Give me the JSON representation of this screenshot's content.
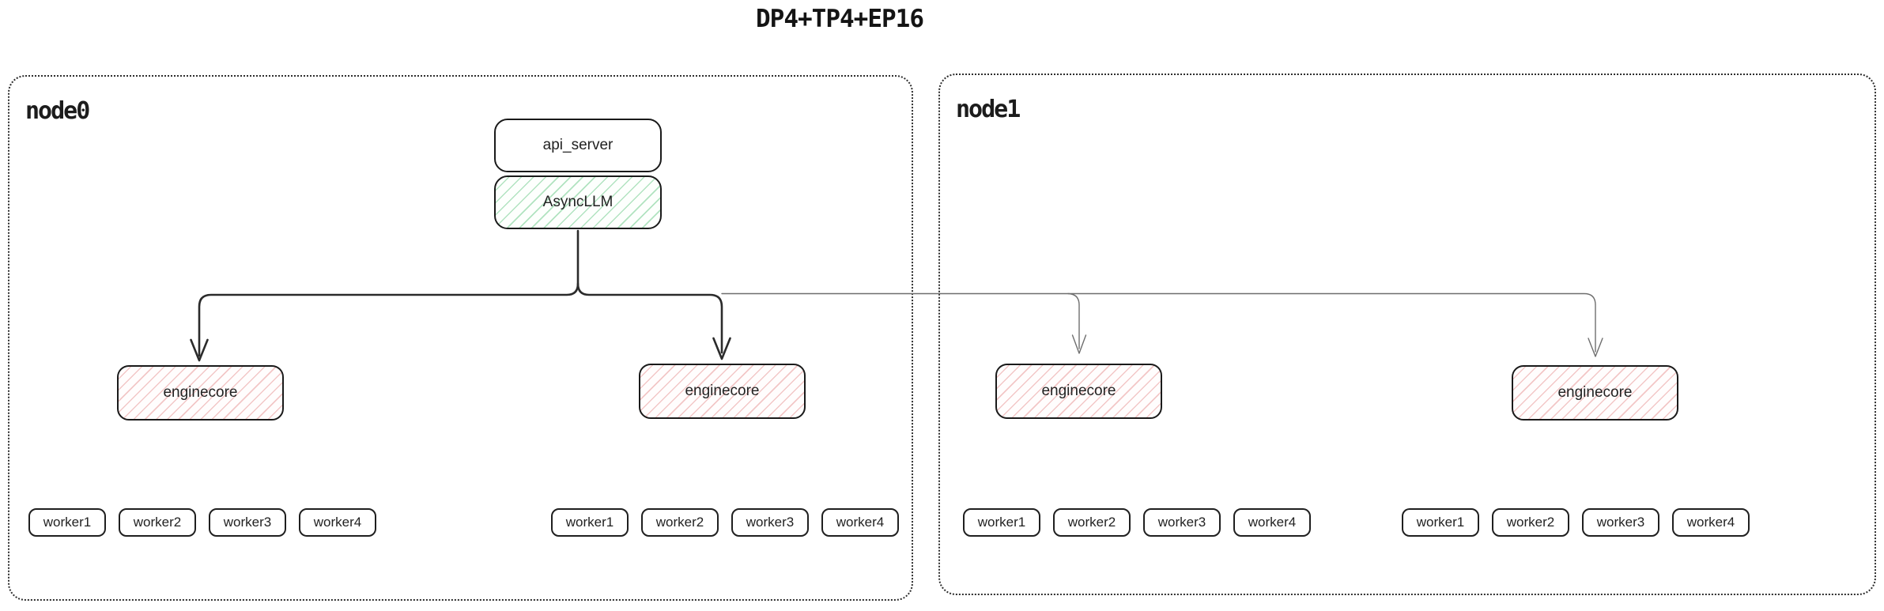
{
  "title": "DP4+TP4+EP16",
  "nodes": {
    "node0": {
      "label": "node0"
    },
    "node1": {
      "label": "node1"
    }
  },
  "api_server": {
    "label": "api_server"
  },
  "async_llm": {
    "label": "AsyncLLM"
  },
  "enginecores": [
    {
      "label": "enginecore"
    },
    {
      "label": "enginecore"
    },
    {
      "label": "enginecore"
    },
    {
      "label": "enginecore"
    }
  ],
  "worker_groups": [
    {
      "workers": [
        {
          "label": "worker1"
        },
        {
          "label": "worker2"
        },
        {
          "label": "worker3"
        },
        {
          "label": "worker4"
        }
      ]
    },
    {
      "workers": [
        {
          "label": "worker1"
        },
        {
          "label": "worker2"
        },
        {
          "label": "worker3"
        },
        {
          "label": "worker4"
        }
      ]
    },
    {
      "workers": [
        {
          "label": "worker1"
        },
        {
          "label": "worker2"
        },
        {
          "label": "worker3"
        },
        {
          "label": "worker4"
        }
      ]
    },
    {
      "workers": [
        {
          "label": "worker1"
        },
        {
          "label": "worker2"
        },
        {
          "label": "worker3"
        },
        {
          "label": "worker4"
        }
      ]
    }
  ],
  "colors": {
    "green_hatch": "#72cc8e",
    "pink_hatch": "#e07676",
    "box_border": "#1a1a1a",
    "node_border": "#2e2e2e",
    "line_dark": "#2b2b2b",
    "line_light": "#6e6e6e"
  }
}
